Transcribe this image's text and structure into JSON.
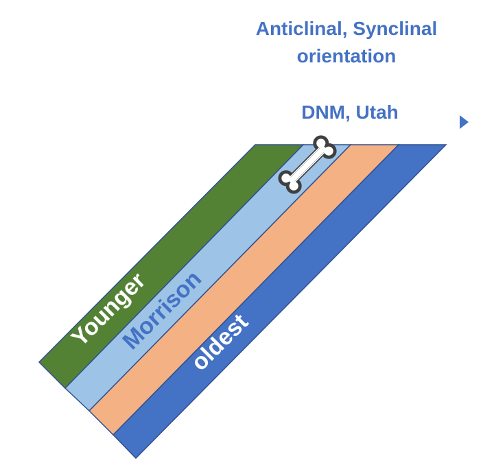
{
  "title_line1": "Anticlinal, Synclinal",
  "title_line2": "orientation",
  "location": "DNM, Utah",
  "layers": [
    {
      "label": "Younger",
      "color": "#548235",
      "label_color": "#ffffff"
    },
    {
      "label": "Morrison",
      "color": "#9dc3e6",
      "label_color": "#4472c4"
    },
    {
      "label": "",
      "color": "#f4b183",
      "label_color": "#ffffff"
    },
    {
      "label": "oldest",
      "color": "#4472c4",
      "label_color": "#ffffff"
    }
  ],
  "icons": {
    "fossil": "bone-icon",
    "marker": "triangle-right-icon"
  },
  "colors": {
    "accent": "#4472c4",
    "outline": "#2f4f8f",
    "bone_fill": "#ffffff",
    "bone_stroke": "#404040"
  }
}
